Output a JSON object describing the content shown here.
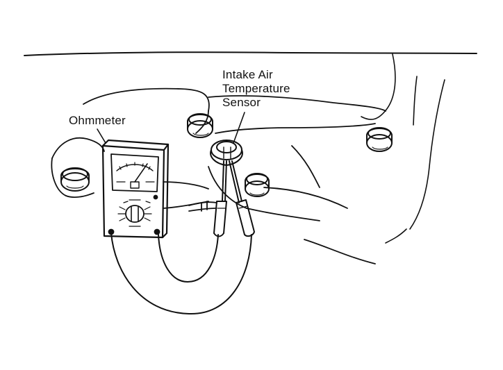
{
  "labels": {
    "ohmmeter": "Ohmmeter",
    "sensor_line1": "Intake Air",
    "sensor_line2": "Temperature",
    "sensor_line3": "Sensor"
  },
  "colors": {
    "ink": "#111111",
    "paper": "#ffffff"
  }
}
